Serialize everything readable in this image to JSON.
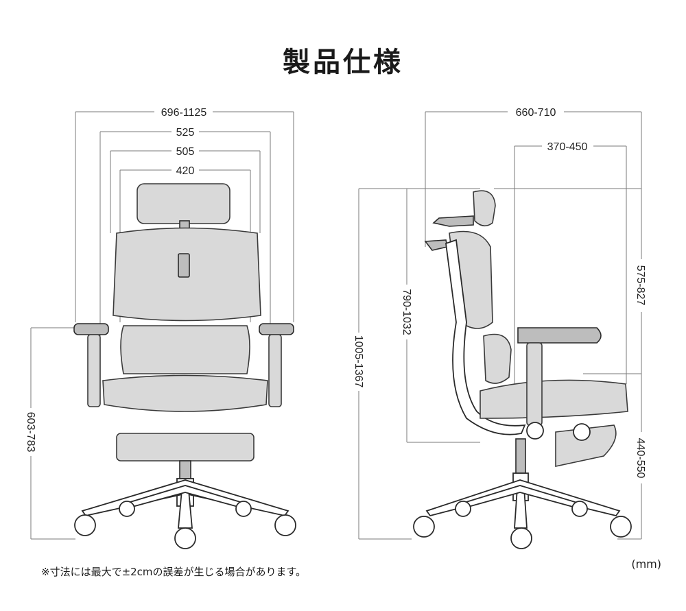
{
  "title": "製品仕様",
  "front_view": {
    "width_dims": [
      "696-1125",
      "525",
      "505",
      "420"
    ],
    "height_dim": "603-783"
  },
  "side_view": {
    "depth_dims": [
      "660-710",
      "370-450"
    ],
    "height_dims": [
      "1005-1367",
      "790-1032",
      "575-827",
      "440-550"
    ]
  },
  "note": "※寸法には最大で±2cmの誤差が生じる場合があります。",
  "unit": "(mm)",
  "icons": [
    "office-chair-front-illustration",
    "office-chair-side-illustration"
  ]
}
